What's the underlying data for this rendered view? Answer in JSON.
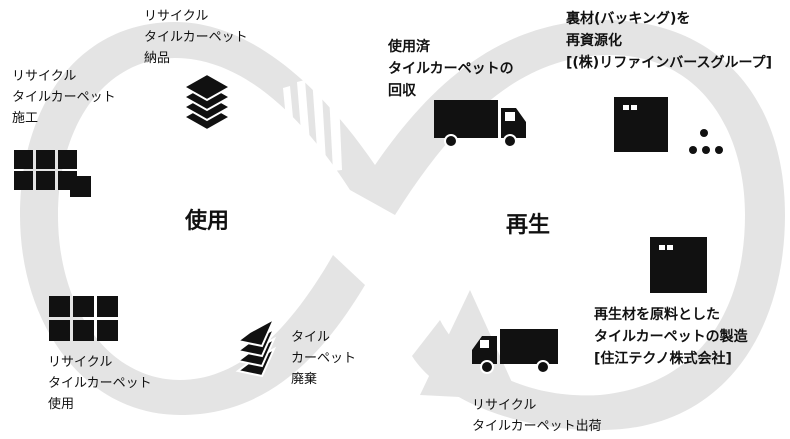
{
  "diagram": {
    "centers": {
      "use": "使用",
      "regen": "再生"
    },
    "steps": {
      "delivery": [
        "リサイクル",
        "タイルカーペット",
        "納品"
      ],
      "install": [
        "リサイクル",
        "タイルカーペット",
        "施工"
      ],
      "use": [
        "リサイクル",
        "タイルカーペット",
        "使用"
      ],
      "disposal": [
        "タイル",
        "カーペット",
        "廃棄"
      ],
      "collection": [
        "使用済",
        "タイルカーペットの",
        "回収"
      ],
      "backing": [
        "裏材(バッキング)を",
        "再資源化",
        "[(株)リファインバースグループ]"
      ],
      "manufacture": [
        "再生材を原料とした",
        "タイルカーペットの製造",
        "[住江テクノ株式会社]"
      ],
      "shipping": [
        "リサイクル",
        "タイルカーペット出荷"
      ]
    },
    "colors": {
      "loop": "#e4e4e4",
      "ink": "#111111"
    }
  }
}
